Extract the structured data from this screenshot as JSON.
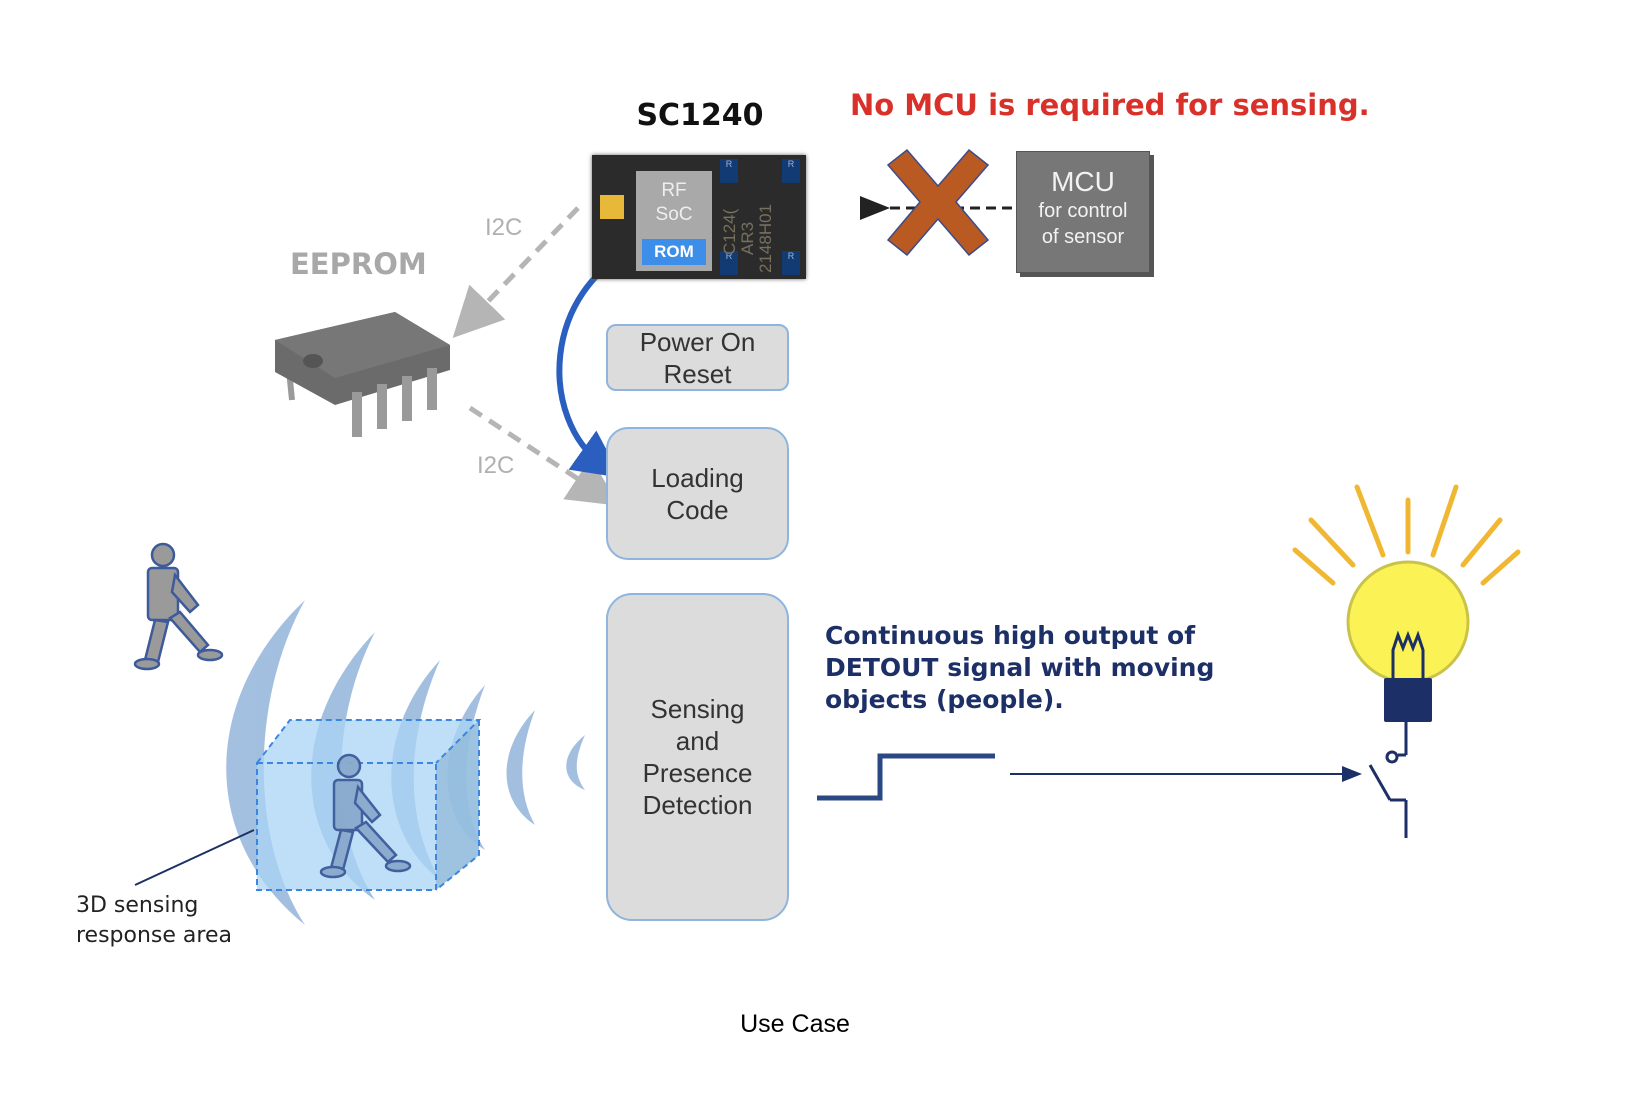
{
  "diagram": {
    "device_title": "SC1240",
    "headline": "No MCU is required for sensing.",
    "chip": {
      "soc_line1": "RF",
      "soc_line2": "SoC",
      "rom_label": "ROM",
      "marking_line1": "C124(",
      "marking_line2": "AR3",
      "marking_line3": "2148H01",
      "pad_label": "R"
    },
    "mcu": {
      "title": "MCU",
      "subtitle_line1": "for control",
      "subtitle_line2": "of sensor"
    },
    "eeprom_label": "EEPROM",
    "i2c_upper": "I2C",
    "i2c_lower": "I2C",
    "steps": {
      "power_on_reset": "Power On\nReset",
      "loading_code": "Loading\nCode",
      "sensing": "Sensing\nand\nPresence\nDetection"
    },
    "detout_text_line1": "Continuous high output of",
    "detout_text_line2": "DETOUT signal with moving",
    "detout_text_line3": "objects (people).",
    "sensing_area_line1": "3D sensing",
    "sensing_area_line2": "response area",
    "caption": "Use Case",
    "colors": {
      "headline_red": "#d9302a",
      "navy": "#1c2f66",
      "flow_blue": "#2a5fbf",
      "cross_orange": "#b85a22",
      "bulb_yellow": "#fbf355",
      "ray_yellow": "#f0b832",
      "wave_blue": "#9ab9dd",
      "box_fill": "#dcdcdc"
    }
  }
}
